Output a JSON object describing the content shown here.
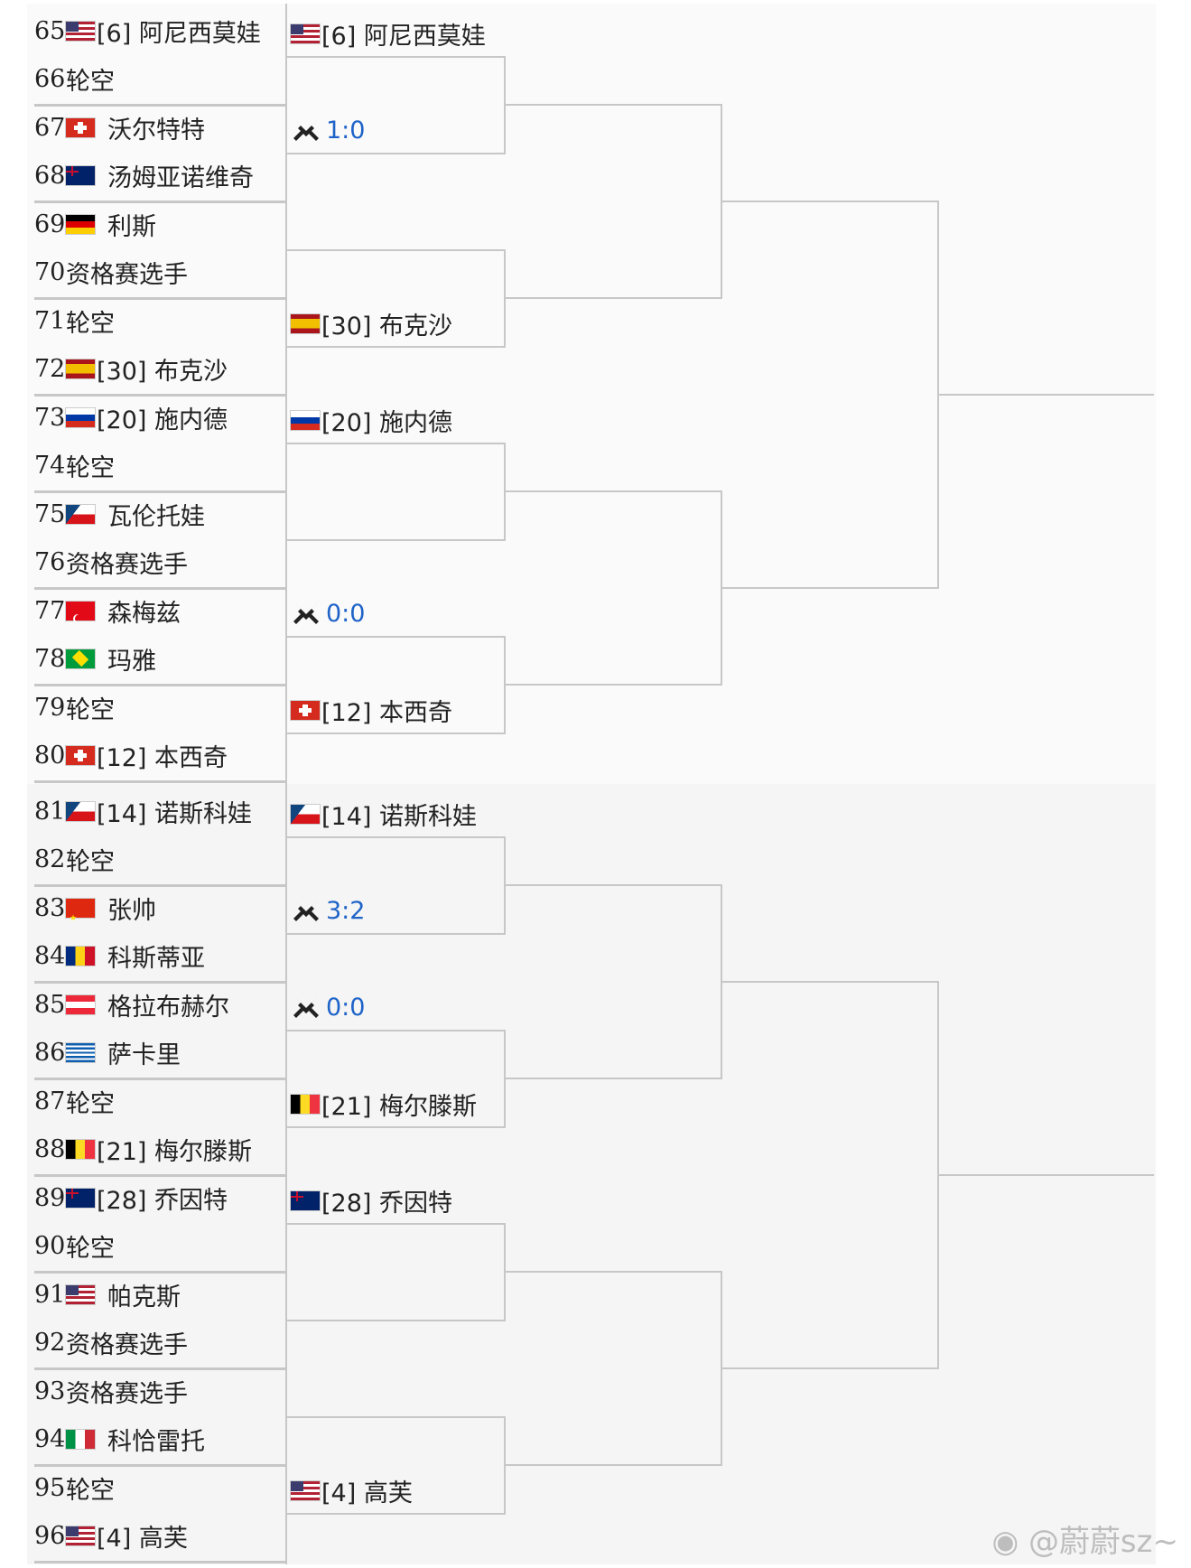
{
  "players": [
    {
      "num": "65",
      "flag": "usa",
      "name": "[6] 阿尼西莫娃"
    },
    {
      "num": "66",
      "flag": "",
      "name": "轮空"
    },
    {
      "num": "67",
      "flag": "sui",
      "name": "沃尔特特"
    },
    {
      "num": "68",
      "flag": "aus",
      "name": "汤姆亚诺维奇"
    },
    {
      "num": "69",
      "flag": "ger",
      "name": "利斯"
    },
    {
      "num": "70",
      "flag": "",
      "name": "资格赛选手"
    },
    {
      "num": "71",
      "flag": "",
      "name": "轮空"
    },
    {
      "num": "72",
      "flag": "esp",
      "name": "[30] 布克沙"
    },
    {
      "num": "73",
      "flag": "rus",
      "name": "[20] 施内德"
    },
    {
      "num": "74",
      "flag": "",
      "name": "轮空"
    },
    {
      "num": "75",
      "flag": "cze",
      "name": "瓦伦托娃"
    },
    {
      "num": "76",
      "flag": "",
      "name": "资格赛选手"
    },
    {
      "num": "77",
      "flag": "tur",
      "name": "森梅兹"
    },
    {
      "num": "78",
      "flag": "bra",
      "name": "玛雅"
    },
    {
      "num": "79",
      "flag": "",
      "name": "轮空"
    },
    {
      "num": "80",
      "flag": "sui",
      "name": "[12] 本西奇"
    },
    {
      "num": "81",
      "flag": "cze",
      "name": "[14] 诺斯科娃"
    },
    {
      "num": "82",
      "flag": "",
      "name": "轮空"
    },
    {
      "num": "83",
      "flag": "chn",
      "name": "张帅"
    },
    {
      "num": "84",
      "flag": "rou",
      "name": "科斯蒂亚"
    },
    {
      "num": "85",
      "flag": "aut",
      "name": "格拉布赫尔"
    },
    {
      "num": "86",
      "flag": "gre",
      "name": "萨卡里"
    },
    {
      "num": "87",
      "flag": "",
      "name": "轮空"
    },
    {
      "num": "88",
      "flag": "bel",
      "name": "[21] 梅尔滕斯"
    },
    {
      "num": "89",
      "flag": "aus",
      "name": "[28] 乔因特"
    },
    {
      "num": "90",
      "flag": "",
      "name": "轮空"
    },
    {
      "num": "91",
      "flag": "usa",
      "name": "帕克斯"
    },
    {
      "num": "92",
      "flag": "",
      "name": "资格赛选手"
    },
    {
      "num": "93",
      "flag": "",
      "name": "资格赛选手"
    },
    {
      "num": "94",
      "flag": "ita",
      "name": "科恰雷托"
    },
    {
      "num": "95",
      "flag": "",
      "name": "轮空"
    },
    {
      "num": "96",
      "flag": "usa",
      "name": "[4] 高芙"
    }
  ],
  "round2": [
    {
      "flag": "usa",
      "text": "[6] 阿尼西莫娃",
      "score": false
    },
    {
      "flag": "",
      "text": "1:0",
      "score": true
    },
    {
      "flag": "",
      "text": "",
      "score": false
    },
    {
      "flag": "esp",
      "text": "[30] 布克沙",
      "score": false
    },
    {
      "flag": "rus",
      "text": "[20] 施内德",
      "score": false
    },
    {
      "flag": "",
      "text": "",
      "score": false
    },
    {
      "flag": "",
      "text": "0:0",
      "score": true
    },
    {
      "flag": "sui",
      "text": "[12] 本西奇",
      "score": false
    },
    {
      "flag": "cze",
      "text": "[14] 诺斯科娃",
      "score": false
    },
    {
      "flag": "",
      "text": "3:2",
      "score": true
    },
    {
      "flag": "",
      "text": "0:0",
      "score": true
    },
    {
      "flag": "bel",
      "text": "[21] 梅尔滕斯",
      "score": false
    },
    {
      "flag": "aus",
      "text": "[28] 乔因特",
      "score": false
    },
    {
      "flag": "",
      "text": "",
      "score": false
    },
    {
      "flag": "",
      "text": "",
      "score": false
    },
    {
      "flag": "usa",
      "text": "[4] 高芙",
      "score": false
    }
  ],
  "watermark": "@蔚蔚sz~",
  "colors": {
    "line": "#c7c7c7",
    "score": "#1e63c8",
    "sectionBg": "#f5f5f5"
  }
}
